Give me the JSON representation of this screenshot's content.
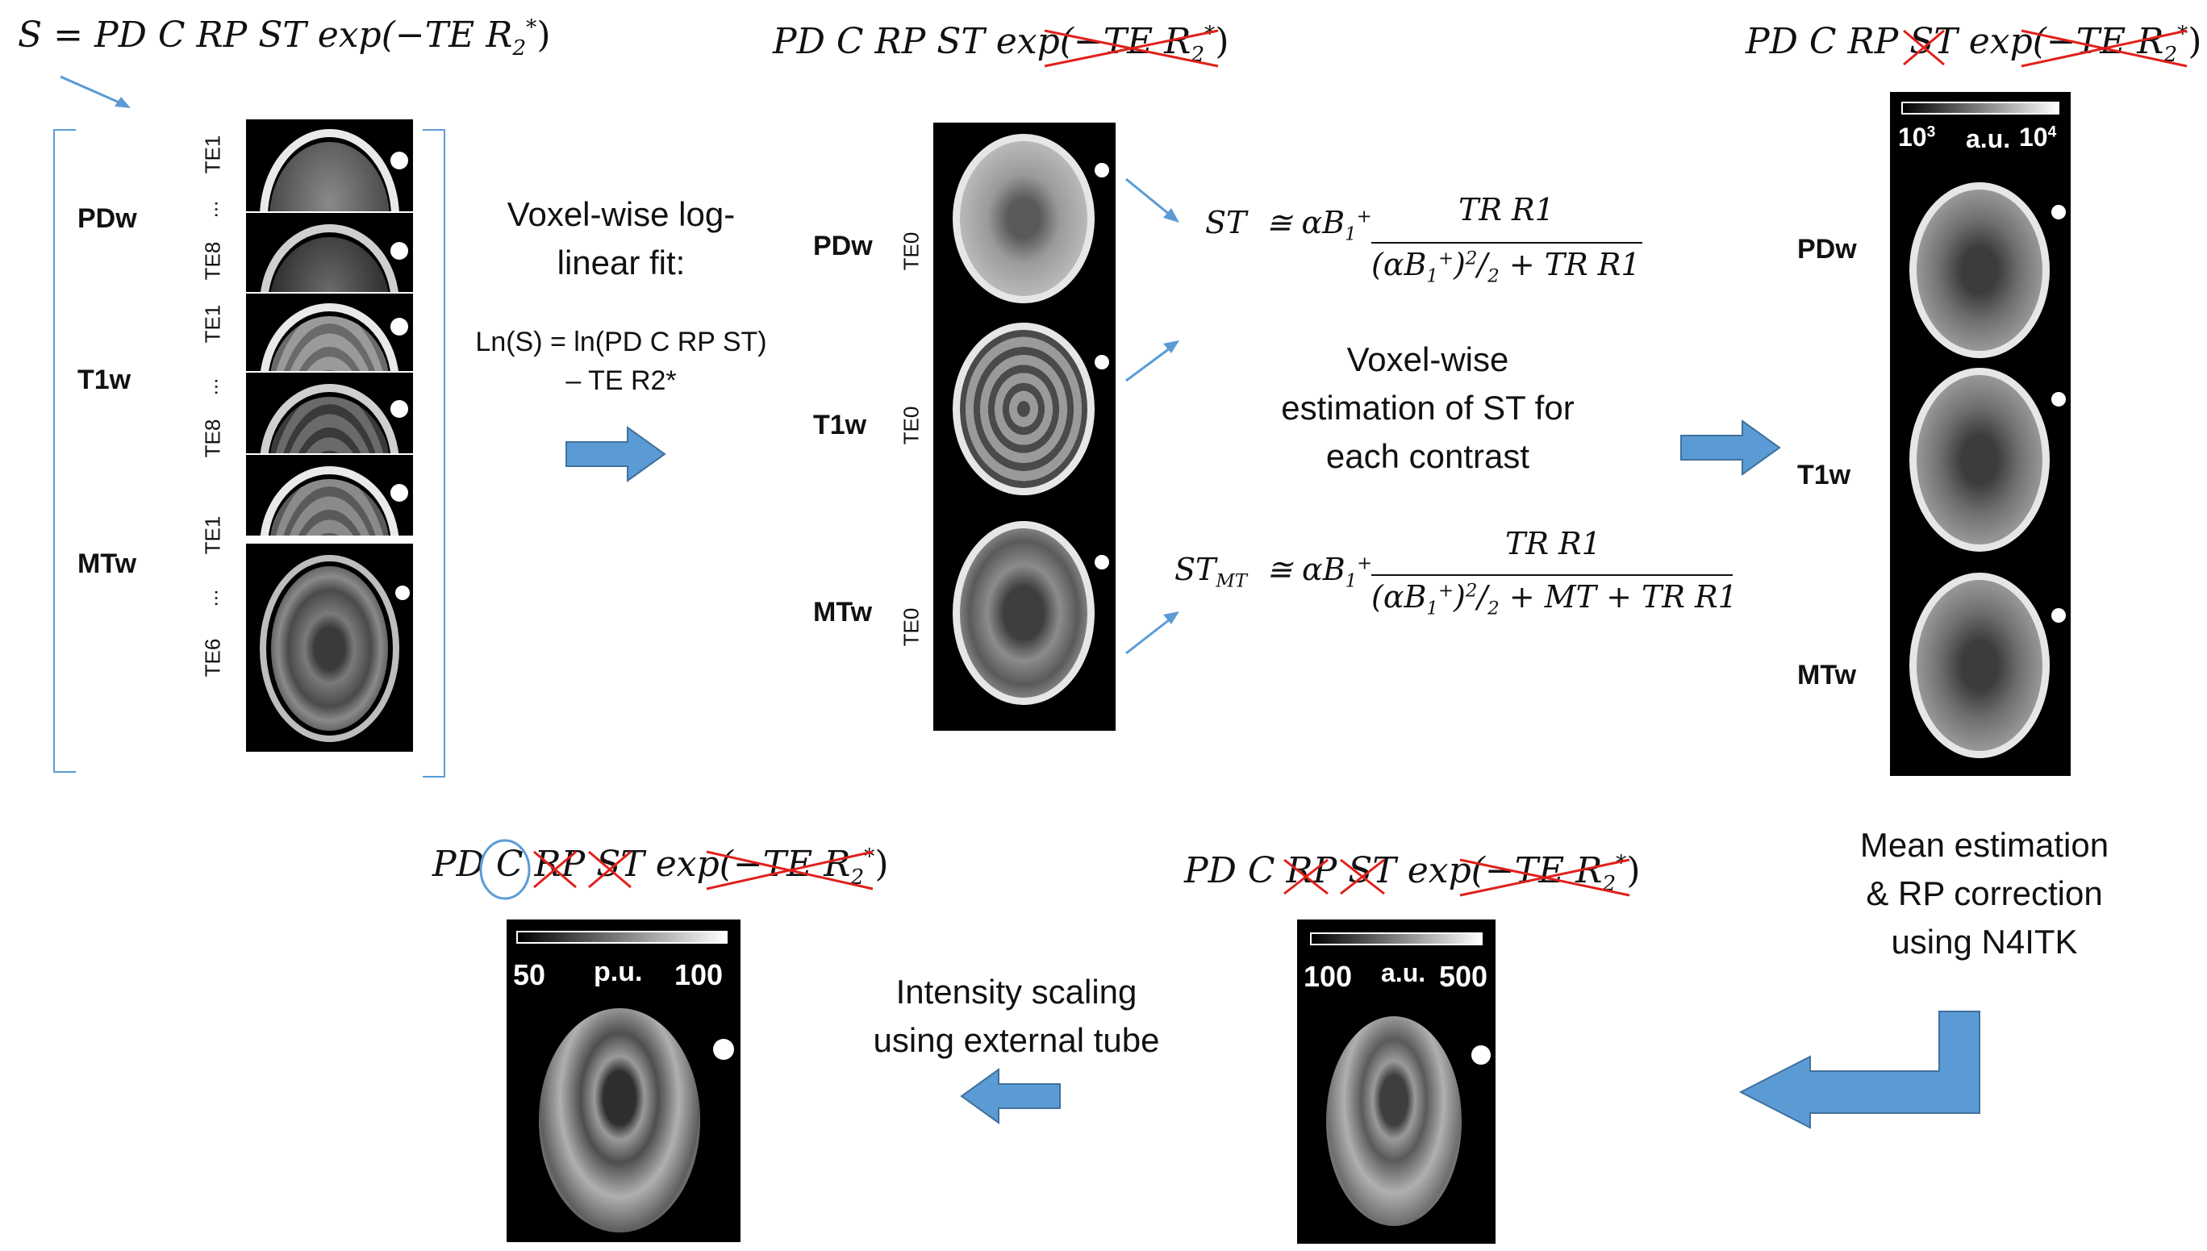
{
  "equations": {
    "signal": "S = PD C RP ST exp(−TE R",
    "step2": "PD C RP ST exp(−TE R",
    "step3": "PD C RP ST exp(−TE R",
    "step4": "PD C RP ST exp(−TE R",
    "step5": "PD C RP ST exp(−TE R",
    "r2_sub": "2",
    "r2_sup": "*"
  },
  "input_stack": {
    "contrasts": [
      "PDw",
      "T1w",
      "MTw"
    ],
    "te_labels": [
      "TE1",
      "...",
      "TE8",
      "TE1",
      "...",
      "TE8",
      "TE1",
      "...",
      "TE6"
    ]
  },
  "fit_step": {
    "title_line1": "Voxel-wise log-",
    "title_line2": "linear fit:",
    "formula_line1": "Ln(S) = ln(PD C RP ST)",
    "formula_line2": "– TE R2*"
  },
  "te0_stack": {
    "contrasts": [
      "PDw",
      "T1w",
      "MTw"
    ],
    "te_label": "TE0"
  },
  "st_step": {
    "text_line1": "Voxel-wise",
    "text_line2": "estimation of ST for",
    "text_line3": "each contrast",
    "eq1_lhs": "ST",
    "eq2_lhs": "ST",
    "eq2_lhs_sub": "MT",
    "approx": "≅ αB",
    "num": "TR R1",
    "den1_tail": "+ TR R1",
    "den2_tail": "+ MT + TR R1"
  },
  "st_maps": {
    "contrasts": [
      "PDw",
      "T1w",
      "MTw"
    ],
    "colorbar_min": "10",
    "colorbar_min_exp": "3",
    "colorbar_unit": "a.u.",
    "colorbar_max": "10",
    "colorbar_max_exp": "4"
  },
  "mean_step": {
    "line1": "Mean estimation",
    "line2": "& RP correction",
    "line3": "using N4ITK"
  },
  "pdc_map": {
    "colorbar_min": "100",
    "colorbar_unit": "a.u.",
    "colorbar_max": "500"
  },
  "scaling_step": {
    "line1": "Intensity scaling",
    "line2": "using external tube"
  },
  "pd_map": {
    "colorbar_min": "50",
    "colorbar_unit": "p.u.",
    "colorbar_max": "100"
  },
  "colors": {
    "arrow": "#5b9bd5",
    "strike": "#e0201b",
    "circle": "#5b9bd5"
  }
}
